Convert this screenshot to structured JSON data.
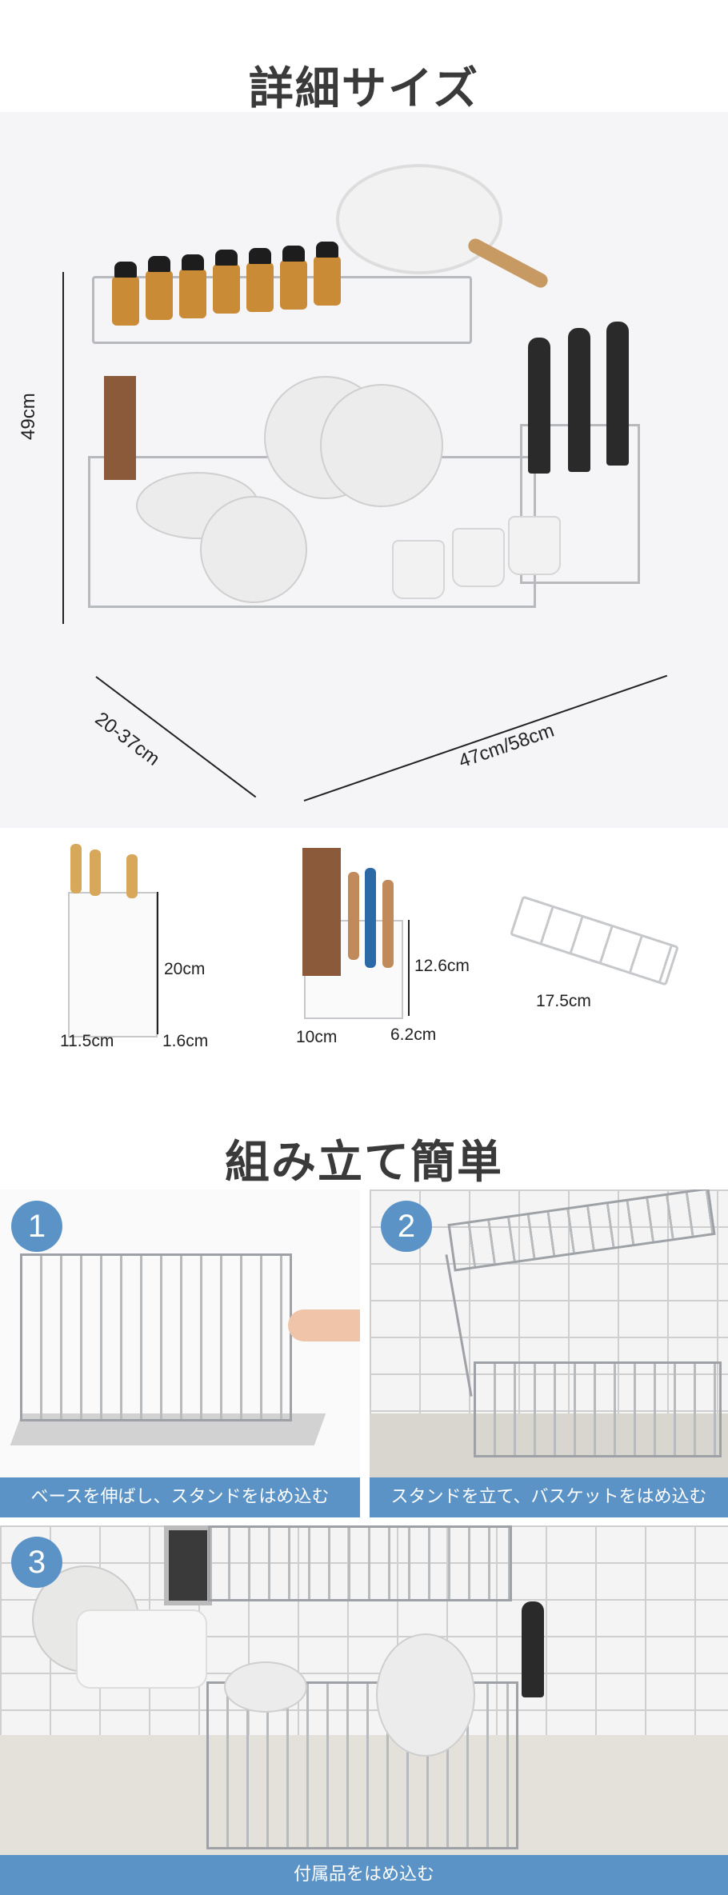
{
  "sections": {
    "size_title": "詳細サイズ",
    "assembly_title": "組み立て簡単"
  },
  "dimensions": {
    "height": "49cm",
    "depth": "20-37cm",
    "width": "47cm/58cm"
  },
  "accessories": {
    "knife_holder": {
      "height": "20cm",
      "width": "11.5cm",
      "depth": "1.6cm"
    },
    "utensil_holder": {
      "height": "12.6cm",
      "width": "10cm",
      "depth": "6.2cm"
    },
    "cup_holder": {
      "width": "17.5cm"
    }
  },
  "steps": [
    {
      "number": "1",
      "caption": "ベースを伸ばし、スタンドをはめ込む"
    },
    {
      "number": "2",
      "caption": "スタンドを立て、バスケットをはめ込む"
    },
    {
      "number": "3",
      "caption": "付属品をはめ込む"
    }
  ],
  "colors": {
    "accent": "#5b93c6",
    "background": "#f5f5f7"
  }
}
